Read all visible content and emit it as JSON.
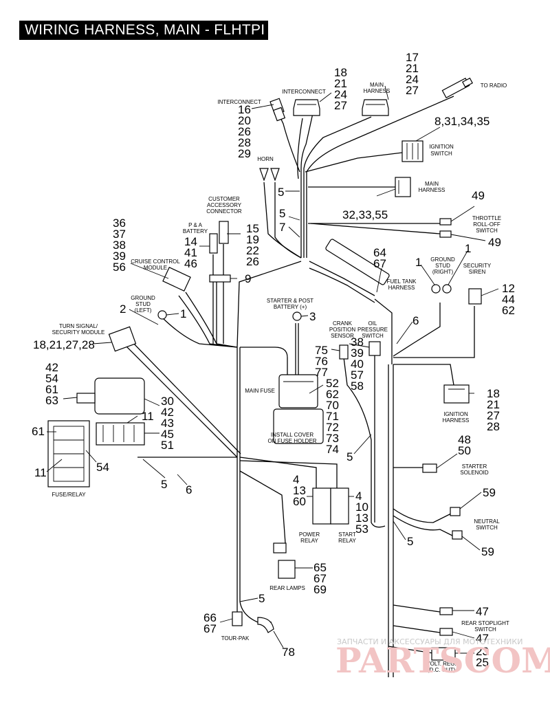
{
  "title": "WIRING HARNESS, MAIN - FLHTPI",
  "watermark": {
    "line1": "ЗАПЧАСТИ И АКСЕССУАРЫ ДЛЯ МОТОТЕХНИКИ",
    "line2": "PARTSCOM.RU"
  },
  "components": {
    "to_radio": "TO RADIO",
    "ignition_switch": [
      "IGNITION",
      "SWITCH"
    ],
    "main_harness_top": [
      "MAIN",
      "HARNESS"
    ],
    "interconnect_top": "INTERCONNECT",
    "interconnect_left": "INTERCONNECT",
    "horn": "HORN",
    "main_harness_mid": [
      "MAIN",
      "HARNESS"
    ],
    "customer_accessory": [
      "CUSTOMER",
      "ACCESSORY",
      "CONNECTOR"
    ],
    "pa_battery": [
      "P & A",
      "BATTERY"
    ],
    "throttle_switch": [
      "THROTTLE",
      "ROLL-OFF",
      "SWITCH"
    ],
    "cruise_module": [
      "CRUISE CONTROL",
      "MODULE"
    ],
    "fuel_tank_harness": [
      "FUEL TANK",
      "HARNESS"
    ],
    "ground_stud_right": [
      "GROUND",
      "STUD",
      "(RIGHT)"
    ],
    "security_siren": [
      "SECURITY",
      "SIREN"
    ],
    "ground_stud_left": [
      "GROUND",
      "STUD",
      "(LEFT)"
    ],
    "starter_post": [
      "STARTER & POST",
      "BATTERY (+)"
    ],
    "turn_signal_module": [
      "TURN SIGNAL/",
      "SECURITY MODULE"
    ],
    "crank_sensor": [
      "CRANK",
      "POSITION",
      "SENSOR"
    ],
    "oil_switch": [
      "OIL",
      "PRESSURE",
      "SWITCH"
    ],
    "main_fuse": "MAIN FUSE",
    "install_cover": [
      "INSTALL COVER",
      "ON FUSE HOLDER"
    ],
    "ignition_harness": [
      "IGNITION",
      "HARNESS"
    ],
    "fuse_relay": "FUSE/RELAY",
    "starter_solenoid": [
      "STARTER",
      "SOLENOID"
    ],
    "power_relay": [
      "POWER",
      "RELAY"
    ],
    "start_relay": [
      "START",
      "RELAY"
    ],
    "neutral_switch": [
      "NEUTRAL",
      "SWITCH"
    ],
    "rear_lamps": "REAR LAMPS",
    "rear_stoplight": [
      "REAR STOPLIGHT",
      "SWITCH"
    ],
    "tour_pak": "TOUR-PAK",
    "volt_reg": [
      "VOLT. REG.",
      "(D.C. OUT)"
    ]
  },
  "callouts": {
    "c17_29_top": [
      "17",
      "21",
      "24",
      "27"
    ],
    "c18_top": [
      "18",
      "21",
      "24",
      "27"
    ],
    "c16": [
      "16",
      "20",
      "26",
      "28",
      "29"
    ],
    "c8": "8,31,34,35",
    "c5_a": "5",
    "c5_b": "5",
    "c7": "7",
    "c32": "32,33,55",
    "c49_a": "49",
    "c49_b": "49",
    "c15": [
      "15",
      "19",
      "22",
      "26"
    ],
    "c14": [
      "14",
      "41",
      "46"
    ],
    "c36": [
      "36",
      "37",
      "38",
      "39",
      "56"
    ],
    "c9": "9",
    "c64": [
      "64",
      "67"
    ],
    "c1_gr": "1",
    "c1_sec": "1",
    "c12": [
      "12",
      "44",
      "62"
    ],
    "c2": "2",
    "c1_left": "1",
    "c3": "3",
    "c6_right": "6",
    "c18_left": "18,21,27,28",
    "c75": [
      "75",
      "76",
      "77"
    ],
    "c38": [
      "38",
      "39",
      "40",
      "57",
      "58"
    ],
    "c18_ign": [
      "18",
      "21",
      "27",
      "28"
    ],
    "c42": [
      "42",
      "54",
      "61",
      "63"
    ],
    "c52": [
      "52",
      "62",
      "70",
      "71",
      "72",
      "73",
      "74"
    ],
    "c30": [
      "30",
      "42",
      "43",
      "45",
      "51"
    ],
    "c11_a": "11",
    "c61": "61",
    "c11_b": "11",
    "c54": "54",
    "c5_c": "5",
    "c6_left": "6",
    "c5_d": "5",
    "c48": [
      "48",
      "50"
    ],
    "c4_left": [
      "4",
      "13",
      "60"
    ],
    "c4_right": [
      "4",
      "10",
      "13",
      "53"
    ],
    "c59_a": "59",
    "c59_b": "59",
    "c5_e": "5",
    "c65": [
      "65",
      "67",
      "69"
    ],
    "c5_f": "5",
    "c47_a": "47",
    "c47_b": "47",
    "c66": [
      "66",
      "67"
    ],
    "c78": "78",
    "c23": [
      "23",
      "25"
    ]
  }
}
